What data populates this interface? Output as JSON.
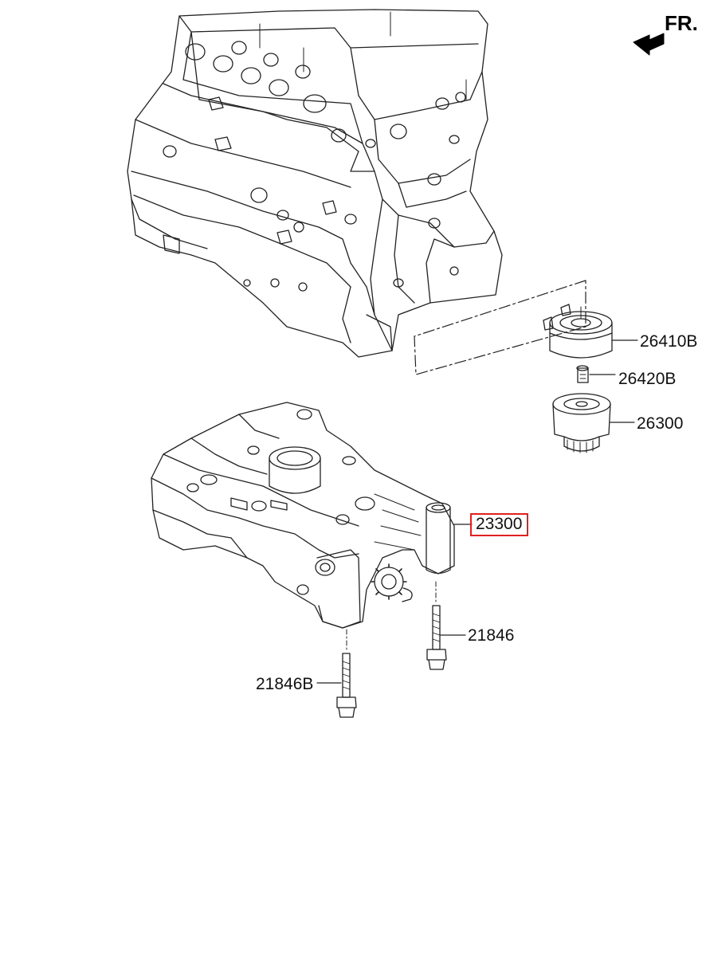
{
  "orientation": {
    "label": "FR.",
    "icon": "front-arrow-icon"
  },
  "parts": {
    "oil_cooler": "26410B",
    "fitting": "26420B",
    "oil_filter": "26300",
    "oil_pump": "23300",
    "bolt": "21846",
    "bolt_b": "21846B"
  },
  "highlight": {
    "part": "23300",
    "color": "#e02020"
  }
}
